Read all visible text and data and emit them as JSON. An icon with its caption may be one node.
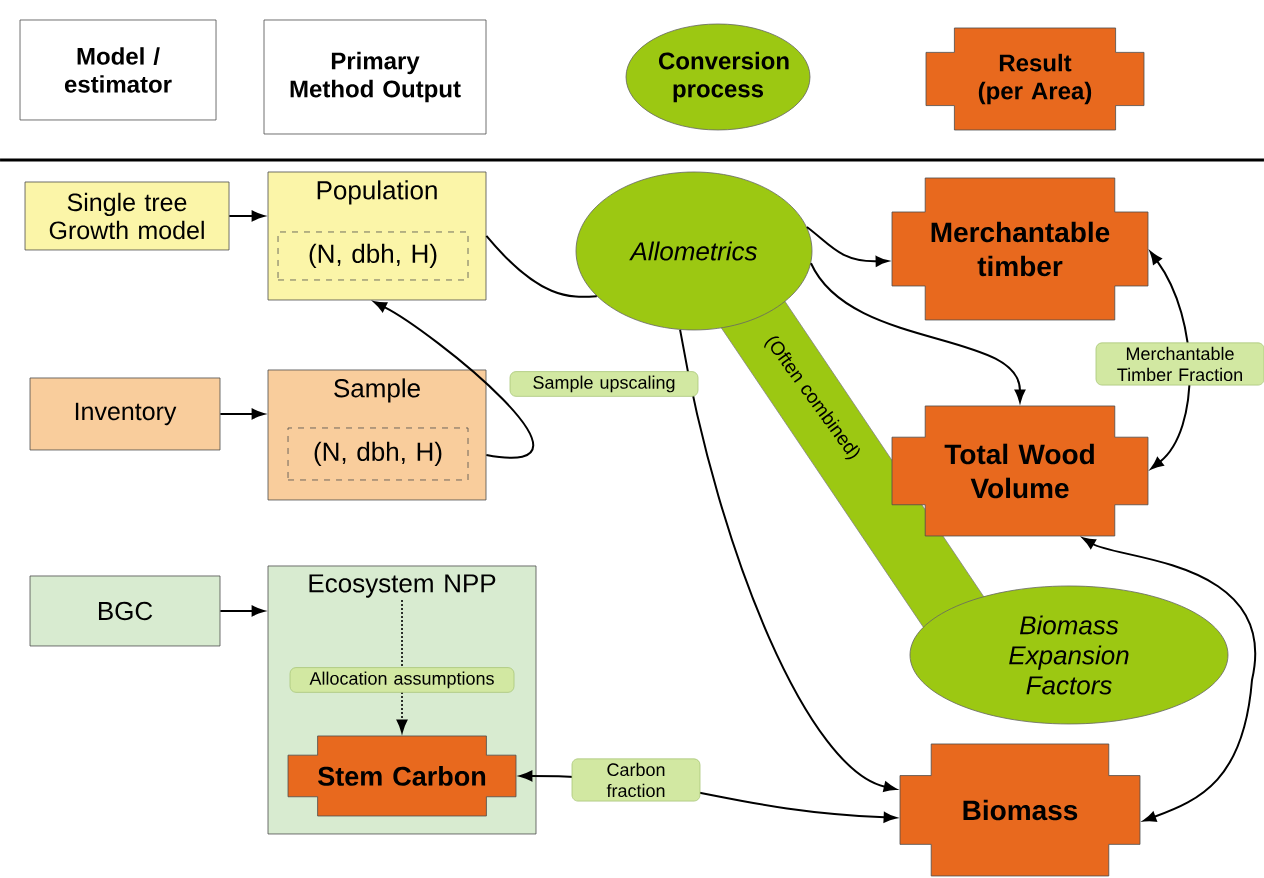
{
  "diagram": {
    "nodes": [
      {
        "text": [
          "Model / estimator"
        ]
      },
      {
        "text": [
          "Primary Method Output"
        ]
      },
      {
        "text": [
          "Conversion process"
        ]
      },
      {
        "text": [
          "Result (per Area)"
        ]
      },
      {
        "text": [
          "Single tree Growth model"
        ]
      },
      {
        "text": [
          "Population"
        ]
      },
      {
        "text": [
          "(N, dbh, H)"
        ],
        "in": 5
      },
      {
        "text": [
          "Allometrics"
        ]
      },
      {
        "text": [
          "Merchantable timber"
        ]
      },
      {
        "text": [
          "(Often combined)"
        ]
      },
      {
        "text": [
          "Inventory"
        ]
      },
      {
        "text": [
          "Sample"
        ]
      },
      {
        "text": [
          "(N, dbh, H)"
        ],
        "in": 11
      },
      {
        "text": [
          "Total Wood Volume"
        ]
      },
      {
        "text": [
          "BGC"
        ]
      },
      {
        "text": [
          "Ecosystem NPP"
        ]
      },
      {
        "text": [
          "Stem Carbon"
        ],
        "in": 15
      },
      {
        "text": [
          "Biomass Expansion Factors"
        ]
      },
      {
        "text": [
          "Biomass"
        ]
      }
    ],
    "edges": [
      {
        "from": 4,
        "to": 5,
        "arrow": "to"
      },
      {
        "from": 10,
        "to": 11,
        "arrow": "to"
      },
      {
        "from": 14,
        "to": 15,
        "arrow": "to"
      },
      {
        "from": 11,
        "to": 5,
        "arrow": "to",
        "label": "Sample upscaling"
      },
      {
        "from": 5,
        "to": 7,
        "arrow": "none"
      },
      {
        "from": 7,
        "to": 8,
        "arrow": "to"
      },
      {
        "from": 7,
        "to": 13,
        "arrow": "to"
      },
      {
        "from": 7,
        "to": 18,
        "arrow": "to"
      },
      {
        "from": 8,
        "to": 13,
        "arrow": "both",
        "label": "Merchantable Timber Fraction"
      },
      {
        "from": 13,
        "to": 18,
        "arrow": "both"
      },
      {
        "from": 18,
        "to": 16,
        "arrow": "both",
        "label": "Carbon fraction"
      },
      {
        "from": 15,
        "to": 16,
        "arrow": "to",
        "style": "dashed",
        "label": "Allocation assumptions"
      }
    ]
  }
}
